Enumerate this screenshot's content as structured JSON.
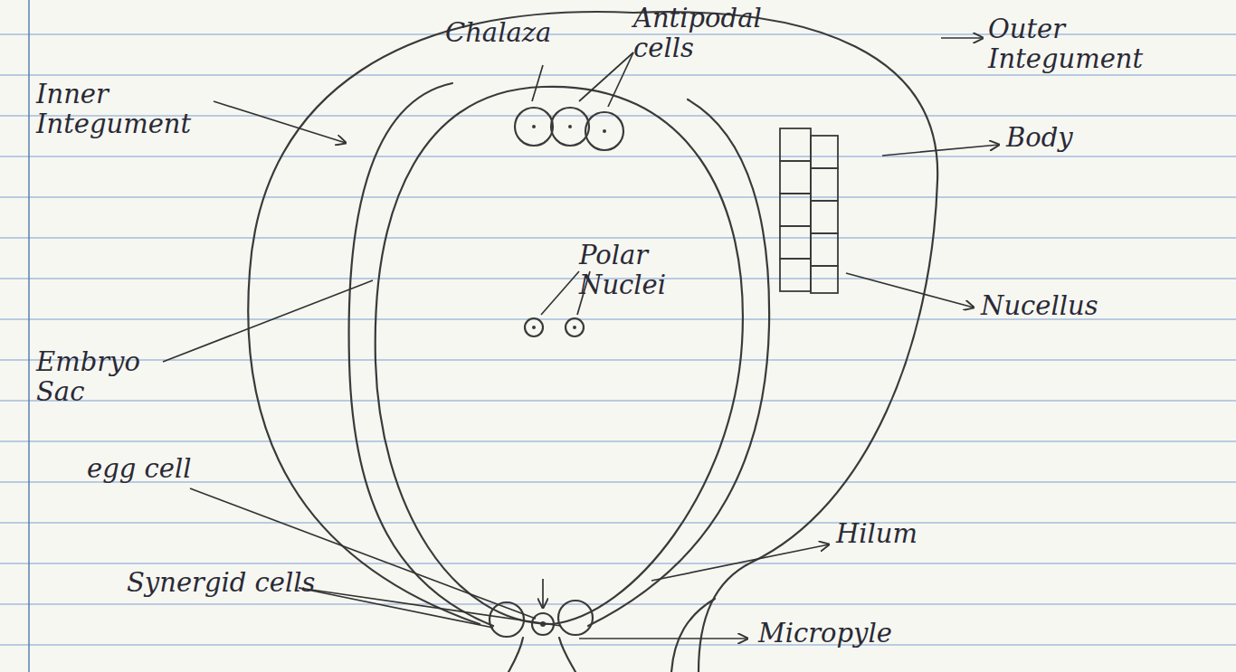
{
  "diagram": {
    "labels": [
      "Chalaza",
      "Antipodal cells",
      "Outer Integument",
      "Inner Integument",
      "Body",
      "Polar Nuclei",
      "Nucellus",
      "Embryo Sac",
      "egg cell",
      "Hilum",
      "Synergid cells",
      "Micropyle"
    ]
  }
}
